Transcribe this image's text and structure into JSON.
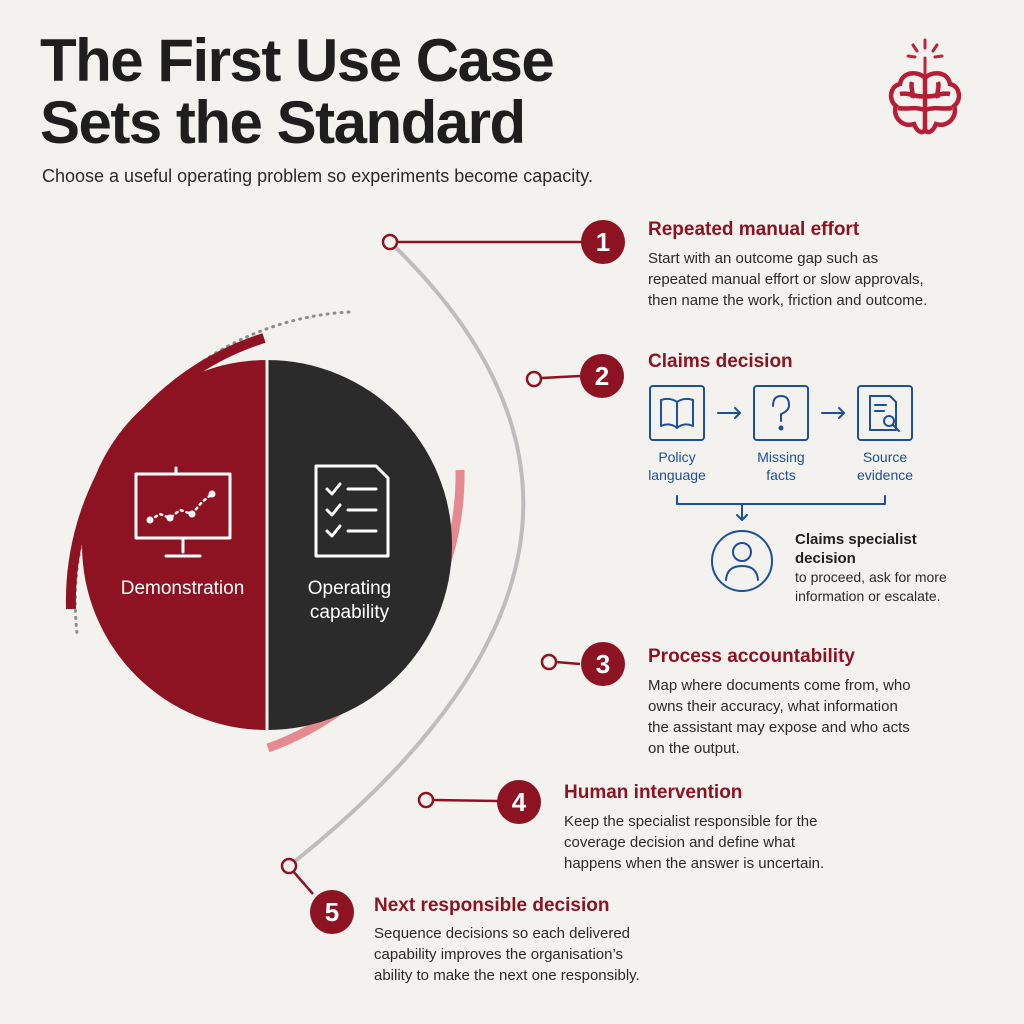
{
  "header": {
    "title_line1": "The First Use Case",
    "title_line2": "Sets the Standard",
    "subtitle": "Choose a useful operating problem so experiments become capacity."
  },
  "circle": {
    "left_label": "Demonstration",
    "right_label_line1": "Operating",
    "right_label_line2": "capability",
    "left_icon": "presentation-chart-icon",
    "right_icon": "checklist-icon"
  },
  "steps": [
    {
      "number": "1",
      "title": "Repeated manual effort",
      "body": [
        "Start with an outcome gap such as",
        "repeated manual effort or slow approvals,",
        "then name the work, friction and outcome."
      ]
    },
    {
      "number": "2",
      "title": "Claims decision"
    },
    {
      "number": "3",
      "title": "Process accountability",
      "body": [
        "Map where documents come from, who",
        "owns their accuracy, what information",
        "the assistant may expose and who acts",
        "on the output."
      ]
    },
    {
      "number": "4",
      "title": "Human intervention",
      "body": [
        "Keep the specialist responsible for the",
        "coverage decision and define what",
        "happens when the answer is uncertain."
      ]
    },
    {
      "number": "5",
      "title": "Next responsible decision",
      "body": [
        "Sequence decisions so each delivered",
        "capability improves the organisation’s",
        "ability to make the next one responsibly."
      ]
    }
  ],
  "claims_flow": {
    "inputs": [
      {
        "icon": "open-book-icon",
        "line1": "Policy",
        "line2": "language"
      },
      {
        "icon": "question-mark-icon",
        "line1": "Missing",
        "line2": "facts"
      },
      {
        "icon": "document-search-icon",
        "line1": "Source",
        "line2": "evidence"
      }
    ],
    "specialist": {
      "icon": "person-icon",
      "title_line1": "Claims specialist",
      "title_line2": "decision",
      "body_line1": "to proceed, ask for more",
      "body_line2": "information or escalate."
    }
  },
  "colors": {
    "brand_red": "#8e1322",
    "dark": "#2b2b2b",
    "pink": "#e58a90",
    "flow_blue": "#1c4f9c",
    "background": "#f4f2ef"
  },
  "logo": {
    "icon": "brain-logo-icon"
  }
}
